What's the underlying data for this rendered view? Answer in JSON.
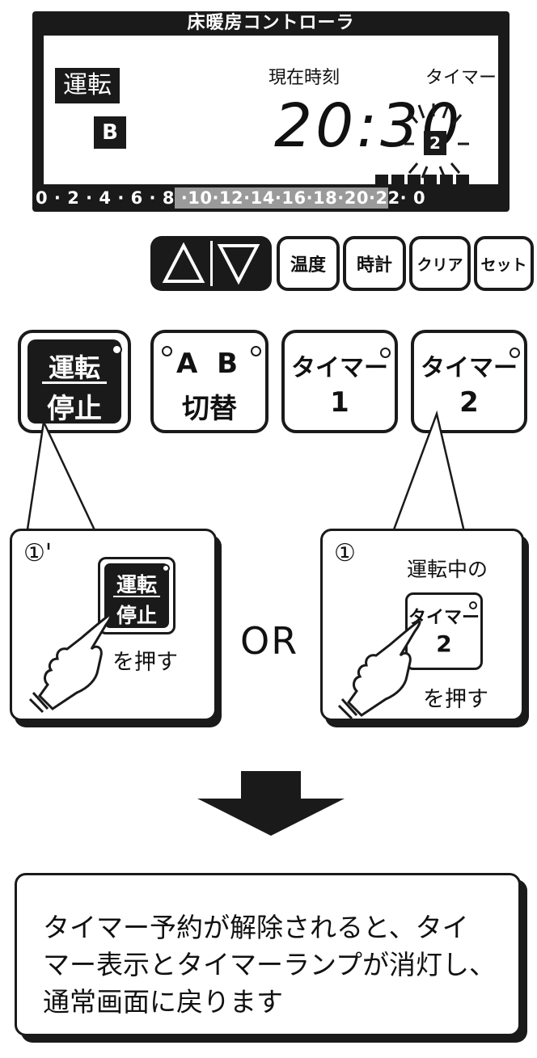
{
  "lcd": {
    "title": "床暖房コントローラ",
    "mode": "運転",
    "group": "B",
    "clock_label": "現在時刻",
    "timer_label": "タイマー",
    "clock_value": "20:30",
    "timer_number": "2",
    "time_scale": "0 · 2 · 4 · 6 · 8 ·10·12·14·16·18·20·22· 0"
  },
  "top_buttons": {
    "up_icon": "triangle-up-icon",
    "down_icon": "triangle-down-icon",
    "temp": "温度",
    "clock": "時計",
    "clear": "クリア",
    "set": "セット"
  },
  "big_buttons": {
    "run_stop_l1": "運転",
    "run_stop_l2": "停止",
    "ab_l1": "A B",
    "ab_l2": "切替",
    "timer1_l1": "タイマー",
    "timer1_l2": "1",
    "timer2_l1": "タイマー",
    "timer2_l2": "2"
  },
  "step_left": {
    "number": "①'",
    "btn_l1": "運転",
    "btn_l2": "停止",
    "action": "を押す"
  },
  "or_text": "OR",
  "step_right": {
    "number": "①",
    "caption": "運転中の",
    "btn_l1": "タイマー",
    "btn_l2": "2",
    "action": "を押す"
  },
  "result": {
    "line1": "タイマー予約が解除されると、タイ",
    "line2": "マー表示とタイマーランプが消灯し、",
    "line3": "通常画面に戻ります"
  },
  "colors": {
    "ink": "#1a1a1a",
    "highlight": "#9a9a9a"
  }
}
